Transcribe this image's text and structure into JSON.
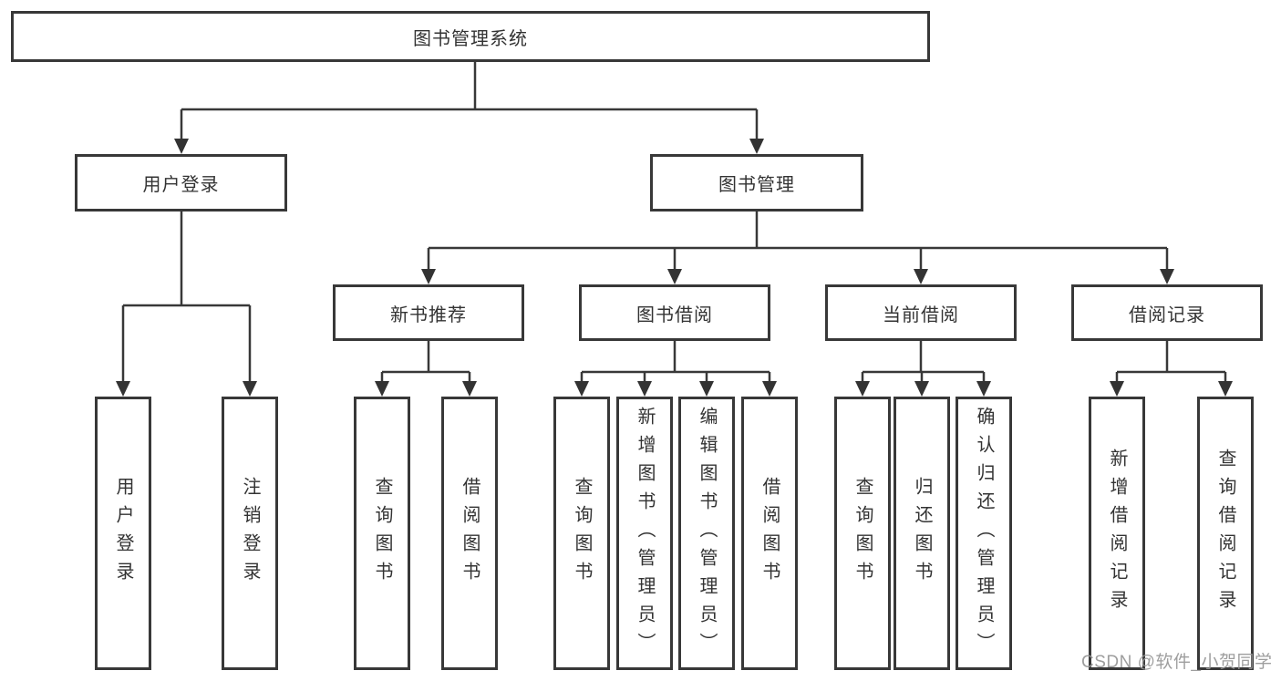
{
  "colors": {
    "line": "#383838",
    "text": "#333333",
    "box_background": "#ffffff",
    "watermark": "#969696",
    "background": "#ffffff"
  },
  "watermark": "CSDN @软件_小贺同学",
  "tree": {
    "root": {
      "label": "图书管理系统"
    },
    "branches": [
      {
        "label": "用户登录",
        "children": [
          {
            "label": "用户登录"
          },
          {
            "label": "注销登录"
          }
        ]
      },
      {
        "label": "图书管理",
        "groups": [
          {
            "label": "新书推荐",
            "children": [
              {
                "label": "查询图书"
              },
              {
                "label": "借阅图书"
              }
            ]
          },
          {
            "label": "图书借阅",
            "children": [
              {
                "label": "查询图书"
              },
              {
                "label": "新增图书（管理员）"
              },
              {
                "label": "编辑图书（管理员）"
              },
              {
                "label": "借阅图书"
              }
            ]
          },
          {
            "label": "当前借阅",
            "children": [
              {
                "label": "查询图书"
              },
              {
                "label": "归还图书"
              },
              {
                "label": "确认归还（管理员）"
              }
            ]
          },
          {
            "label": "借阅记录",
            "children": [
              {
                "label": "新增借阅记录"
              },
              {
                "label": "查询借阅记录"
              }
            ]
          }
        ]
      }
    ]
  }
}
